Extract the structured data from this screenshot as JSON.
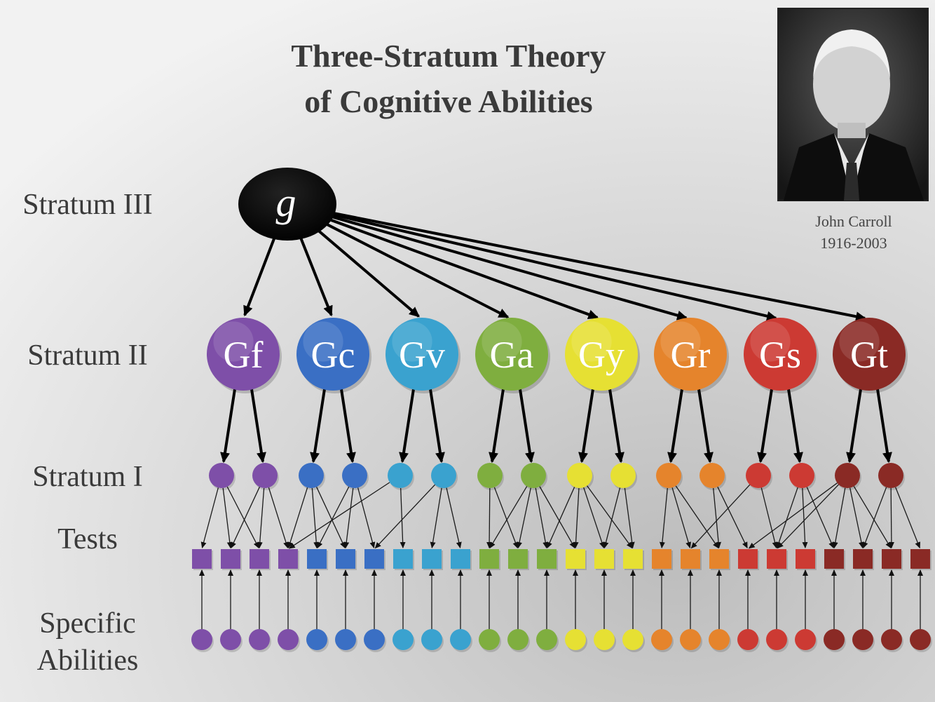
{
  "title": {
    "line1": "Three-Stratum Theory",
    "line2": "of Cognitive Abilities"
  },
  "portrait": {
    "name": "John Carroll",
    "years": "1916-2003"
  },
  "strata": {
    "stratum3": "Stratum III",
    "stratum2": "Stratum II",
    "stratum1": "Stratum I",
    "tests": "Tests",
    "specific_line1": "Specific",
    "specific_line2": "Abilities"
  },
  "general_factor": "g",
  "broad_abilities": [
    {
      "label": "Gf",
      "color": "#7e4fa8"
    },
    {
      "label": "Gc",
      "color": "#3a6fc4"
    },
    {
      "label": "Gv",
      "color": "#3aa2cf"
    },
    {
      "label": "Ga",
      "color": "#7fae3f"
    },
    {
      "label": "Gy",
      "color": "#e6e033"
    },
    {
      "label": "Gr",
      "color": "#e5842c"
    },
    {
      "label": "Gs",
      "color": "#cc3a33"
    },
    {
      "label": "Gt",
      "color": "#8a2a25"
    }
  ],
  "narrow_abilities_per_factor": 2,
  "test_colors": [
    "#7e4fa8",
    "#7e4fa8",
    "#7e4fa8",
    "#7e4fa8",
    "#3a6fc4",
    "#3a6fc4",
    "#3a6fc4",
    "#3aa2cf",
    "#3aa2cf",
    "#3aa2cf",
    "#7fae3f",
    "#7fae3f",
    "#7fae3f",
    "#e6e033",
    "#e6e033",
    "#e6e033",
    "#e5842c",
    "#e5842c",
    "#e5842c",
    "#cc3a33",
    "#cc3a33",
    "#cc3a33",
    "#8a2a25",
    "#8a2a25",
    "#8a2a25",
    "#8a2a25"
  ],
  "stratum1_to_test_links": [
    [
      0,
      0
    ],
    [
      0,
      1
    ],
    [
      0,
      2
    ],
    [
      1,
      1
    ],
    [
      1,
      2
    ],
    [
      1,
      3
    ],
    [
      2,
      3
    ],
    [
      2,
      4
    ],
    [
      2,
      5
    ],
    [
      3,
      4
    ],
    [
      3,
      5
    ],
    [
      3,
      6
    ],
    [
      4,
      3
    ],
    [
      4,
      7
    ],
    [
      5,
      6
    ],
    [
      5,
      8
    ],
    [
      5,
      9
    ],
    [
      6,
      10
    ],
    [
      6,
      11
    ],
    [
      7,
      10
    ],
    [
      7,
      11
    ],
    [
      7,
      12
    ],
    [
      7,
      13
    ],
    [
      8,
      12
    ],
    [
      8,
      13
    ],
    [
      8,
      14
    ],
    [
      8,
      15
    ],
    [
      9,
      14
    ],
    [
      9,
      15
    ],
    [
      10,
      16
    ],
    [
      10,
      17
    ],
    [
      10,
      18
    ],
    [
      11,
      18
    ],
    [
      11,
      19
    ],
    [
      12,
      17
    ],
    [
      12,
      20
    ],
    [
      13,
      20
    ],
    [
      13,
      21
    ],
    [
      13,
      22
    ],
    [
      14,
      19
    ],
    [
      14,
      20
    ],
    [
      14,
      22
    ],
    [
      14,
      23
    ],
    [
      14,
      24
    ],
    [
      15,
      23
    ],
    [
      15,
      24
    ],
    [
      15,
      25
    ]
  ]
}
